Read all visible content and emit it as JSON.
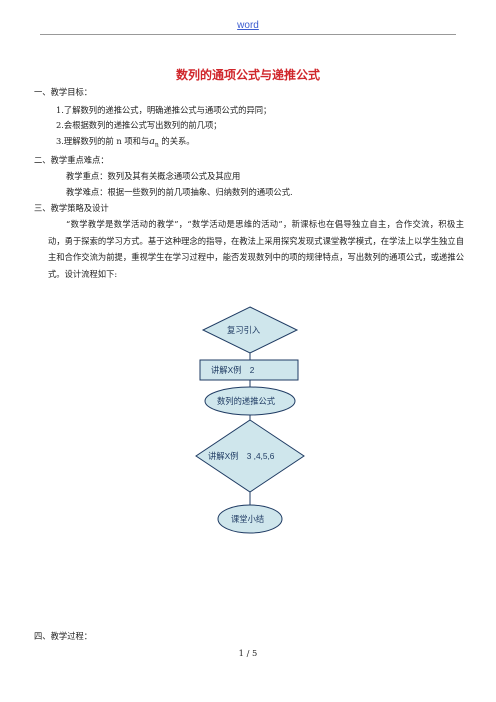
{
  "header": {
    "word": "word"
  },
  "title": "数列的通项公式与递推公式",
  "sections": {
    "s1": "一、教学目标：",
    "s1_items": [
      "1.了解数列的递推公式，明确递推公式与通项公式的异同；",
      "2.会根据数列的递推公式写出数列的前几项；",
      "3.理解数列的前 n 项和与"
    ],
    "s1_item3_var": "a",
    "s1_item3_sub": "n",
    "s1_item3_tail": " 的关系。",
    "s2": "二、教学重点难点：",
    "s2_key": "教学重点：数列及其有关概念通项公式及其应用",
    "s2_diff": "教学难点：根据一些数列的前几项抽象、归纳数列的通项公式.",
    "s3": "三、教学策略及设计",
    "s3_para": "“数学教学是数学活动的教学”，“数学活动是思维的活动”，新课标也在倡导独立自主，合作交流，积极主动，勇于探索的学习方式。基于这种理念的指导，在教法上采用探究发现式课堂教学模式，在学法上以学生独立自主和合作交流为前提，重视学生在学习过程中，能否发现数列中的项的规律特点，写出数列的通项公式，或递推公式。设计流程如下:",
    "s4": "四、教学过程："
  },
  "flowchart": {
    "fill": "#cfe6ec",
    "stroke": "#1f3b63",
    "nodes": [
      {
        "shape": "diamond",
        "label": "复习引入"
      },
      {
        "shape": "rect",
        "label": "讲解X例　2"
      },
      {
        "shape": "ellipse",
        "label": "数列的递推公式"
      },
      {
        "shape": "diamond",
        "label": "讲解X例　3 ,4,5,6"
      },
      {
        "shape": "ellipse",
        "label": "课堂小结"
      }
    ]
  },
  "footer": {
    "page": "1  /  5"
  }
}
